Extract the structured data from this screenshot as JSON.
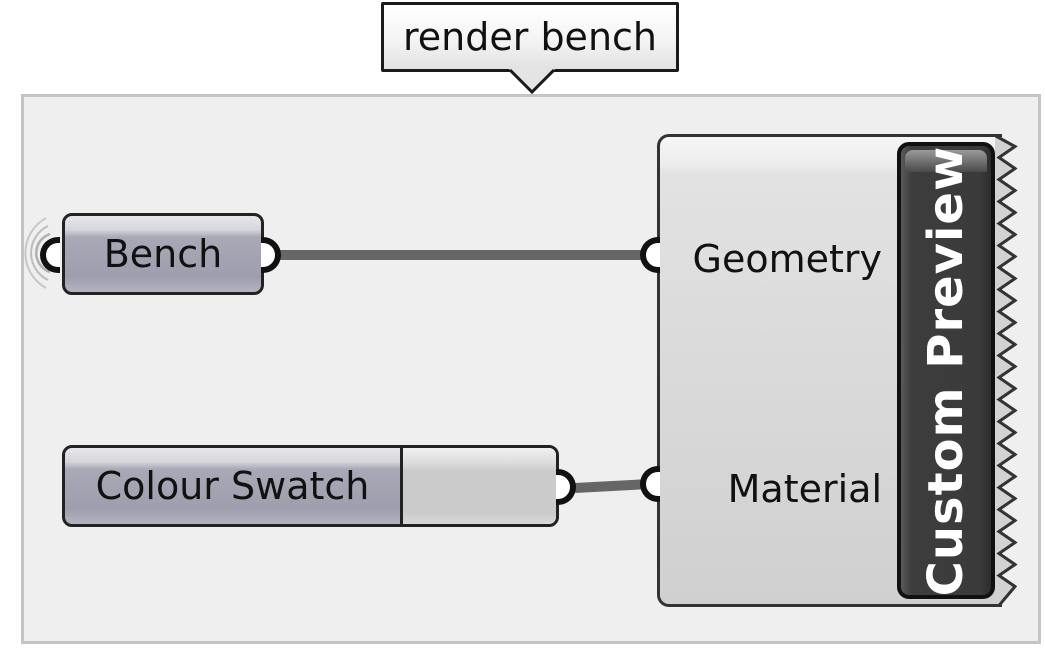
{
  "group": {
    "label": "render bench",
    "background_color": "#efefef",
    "border_color": "#c4c4c4"
  },
  "components": {
    "bench_param": {
      "label": "Bench",
      "type": "geometry-parameter",
      "wireless_source": true
    },
    "colour_swatch": {
      "label": "Colour Swatch",
      "swatch_color": "#cbcbcb"
    },
    "custom_preview": {
      "name": "Custom Preview",
      "inputs": [
        {
          "label": "Geometry"
        },
        {
          "label": "Material"
        }
      ],
      "tab_color": "#3a3a3a"
    }
  },
  "wires": [
    {
      "from": "Bench",
      "to": "Geometry",
      "color": "#666666"
    },
    {
      "from": "Colour Swatch",
      "to": "Material",
      "color": "#666666"
    }
  ]
}
